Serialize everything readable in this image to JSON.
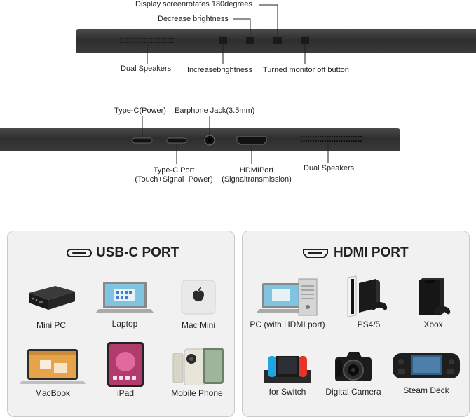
{
  "top_diagram": {
    "labels": {
      "rotate": "Display screenrotates 180degrees",
      "decrease": "Decrease brightness",
      "speakers": "Dual Speakers",
      "increase": "Increasebrightness",
      "power_off": "Turned monitor off button"
    }
  },
  "side_diagram": {
    "labels": {
      "typec_power": "Type-C(Power)",
      "earphone": "Earphone Jack(3.5mm)",
      "typec_port_line1": "Type-C Port",
      "typec_port_line2": "(Touch+Signal+Power)",
      "hdmi_line1": "HDMIPort",
      "hdmi_line2": "(Signaltransmission)",
      "speakers": "Dual Speakers"
    }
  },
  "usbc_panel": {
    "title": "USB-C PORT",
    "devices": [
      "Mini PC",
      "Laptop",
      "Mac Mini",
      "MacBook",
      "iPad",
      "Mobile Phone"
    ]
  },
  "hdmi_panel": {
    "title": "HDMI PORT",
    "devices": [
      "PC (with HDMI port)",
      "PS4/5",
      "Xbox",
      "for Switch",
      "Digital Camera",
      "Steam Deck"
    ]
  },
  "colors": {
    "bar": "#333333",
    "panel_bg": "#f1f1f1",
    "panel_border": "#c9c9c9",
    "switch_red": "#e4352b",
    "switch_blue": "#1fa6e0"
  }
}
